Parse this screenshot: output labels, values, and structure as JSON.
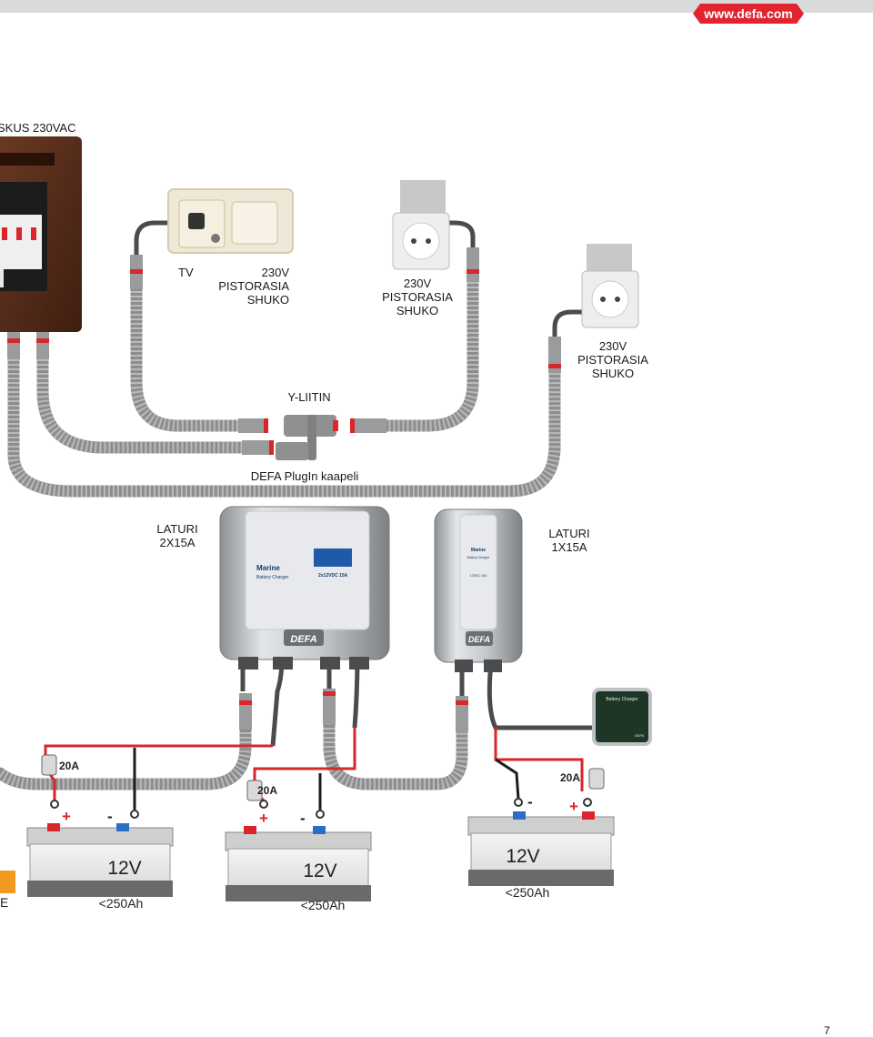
{
  "brand": {
    "url": "www.defa.com",
    "color": "#e2242f"
  },
  "panel_label": "SKUS 230VAC",
  "labels": {
    "tv": "TV",
    "socket1": [
      "230V",
      "PISTORASIA",
      "SHUKO"
    ],
    "socket2": [
      "230V",
      "PISTORASIA",
      "SHUKO"
    ],
    "socket3": [
      "230V",
      "PISTORASIA",
      "SHUKO"
    ],
    "y_connector": "Y-LIITIN",
    "plugin_cable": "DEFA PlugIn kaapeli",
    "charger_2x": [
      "LATURI",
      "2X15A"
    ],
    "charger_1x": [
      "LATURI",
      "1X15A"
    ]
  },
  "charger_2x_face": {
    "brand": "DEFA",
    "title": "Marine",
    "subtitle": "Battery Charger",
    "rating": "2x12VDC 15A"
  },
  "charger_1x_face": {
    "brand": "DEFA",
    "title": "Marine",
    "subtitle": "Battery Charger",
    "rating": "12VDC 15A"
  },
  "panel_face": {
    "title": "Battery Charger",
    "brand": "DEFA"
  },
  "fuses": [
    "20A",
    "20A",
    "20A"
  ],
  "batteries": [
    {
      "voltage": "12V",
      "capacity": "<250Ah"
    },
    {
      "voltage": "12V",
      "capacity": "<250Ah"
    },
    {
      "voltage": "12V",
      "capacity": "<250Ah"
    }
  ],
  "terminal_symbols": {
    "plus": "+",
    "minus": "-"
  },
  "side_tab": "E",
  "page_number": "7",
  "colors": {
    "cable": "#8c8d8f",
    "positive": "#d8262a",
    "negative": "#2b6fc4",
    "panel_wood": "#5a2e1c",
    "tab": "#f29a1f"
  }
}
